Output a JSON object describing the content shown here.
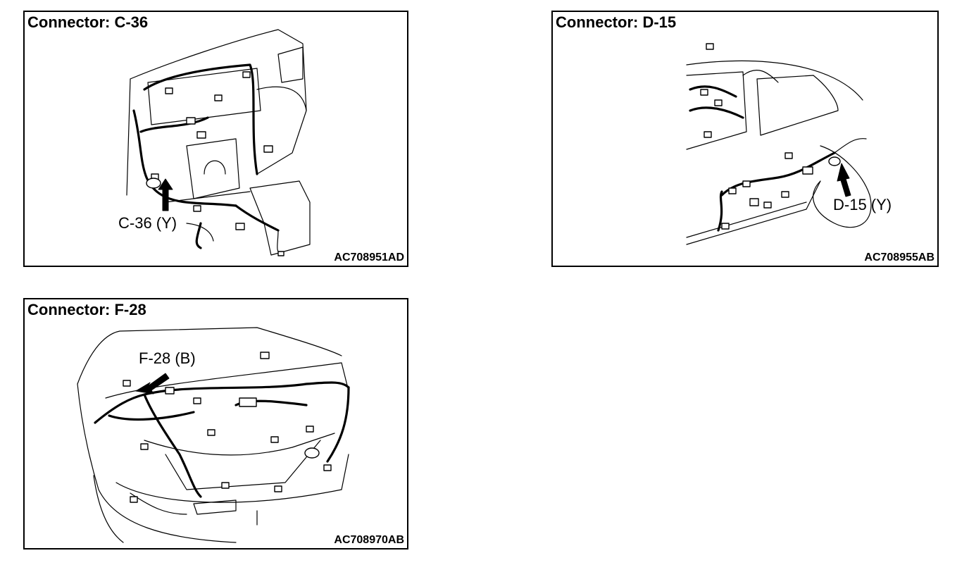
{
  "panels": [
    {
      "title": "Connector: C-36",
      "code": "AC708951AD",
      "callout": "C-36 (Y)"
    },
    {
      "title": "Connector: D-15",
      "code": "AC708955AB",
      "callout": "D-15 (Y)"
    },
    {
      "title": "Connector: F-28",
      "code": "AC708970AB",
      "callout": "F-28 (B)"
    }
  ]
}
